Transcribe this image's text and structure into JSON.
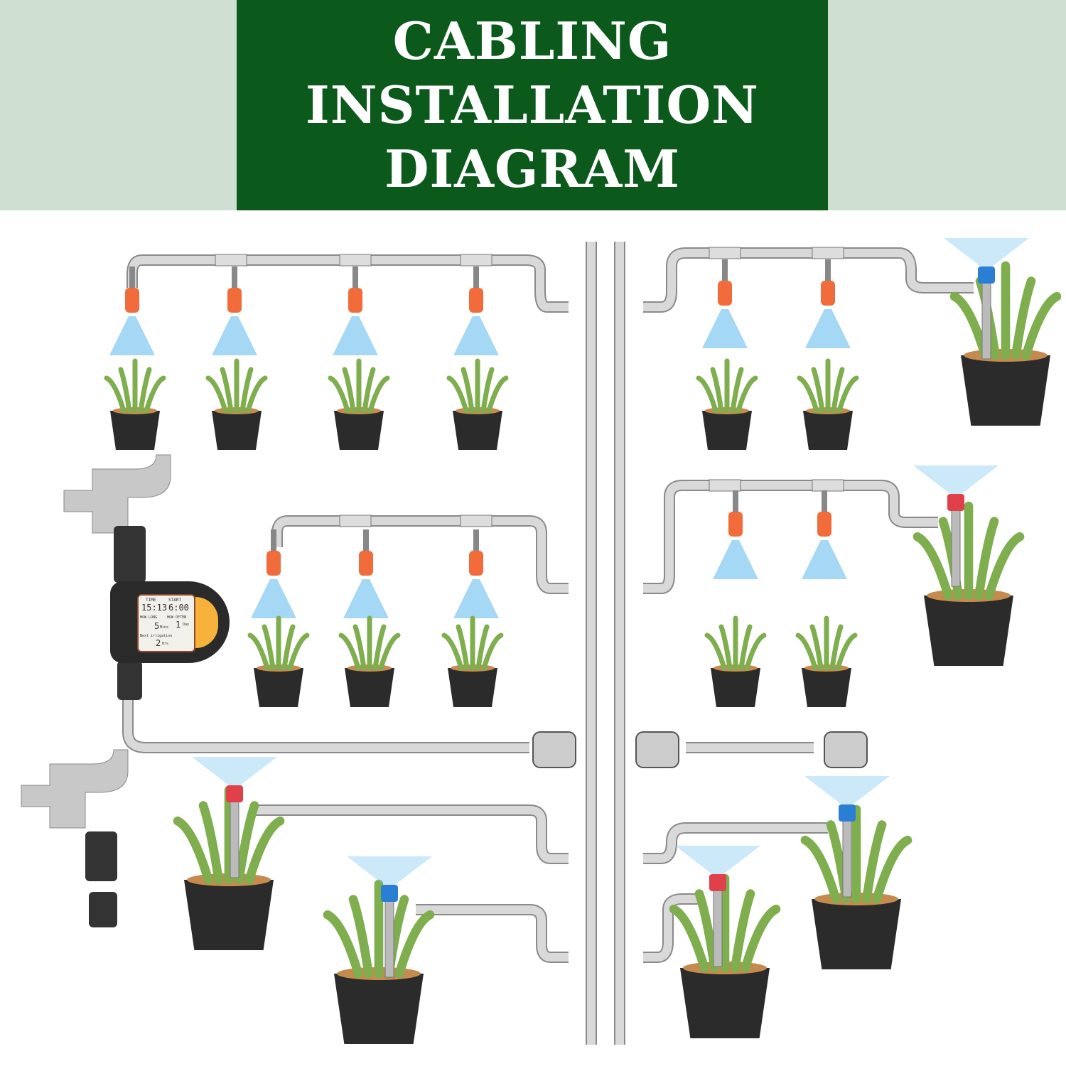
{
  "title": {
    "line1": "CABLING",
    "line2": "INSTALLATION",
    "line3": "DIAGRAM"
  },
  "timer_display": {
    "time_label": "TIME",
    "time_value": "15:13",
    "start_label": "START",
    "start_value": "6:00",
    "how_long_label": "HOW LONG",
    "how_long_value": "5",
    "how_long_unit": "Mins",
    "how_often_label": "HOW OFTEN",
    "how_often_value": "1",
    "how_often_unit": "Day",
    "next_label": "Next irrigation",
    "next_value": "2",
    "next_unit": "Hrs"
  },
  "colors": {
    "header_bg": "#0b5a1c",
    "band": "#cfe0d3",
    "pipe": "#d9d9d9",
    "nozzle": "#f26b3a",
    "spray": "#7fc8f0",
    "pot": "#2b2b2b",
    "plant": "#7fae4f"
  }
}
